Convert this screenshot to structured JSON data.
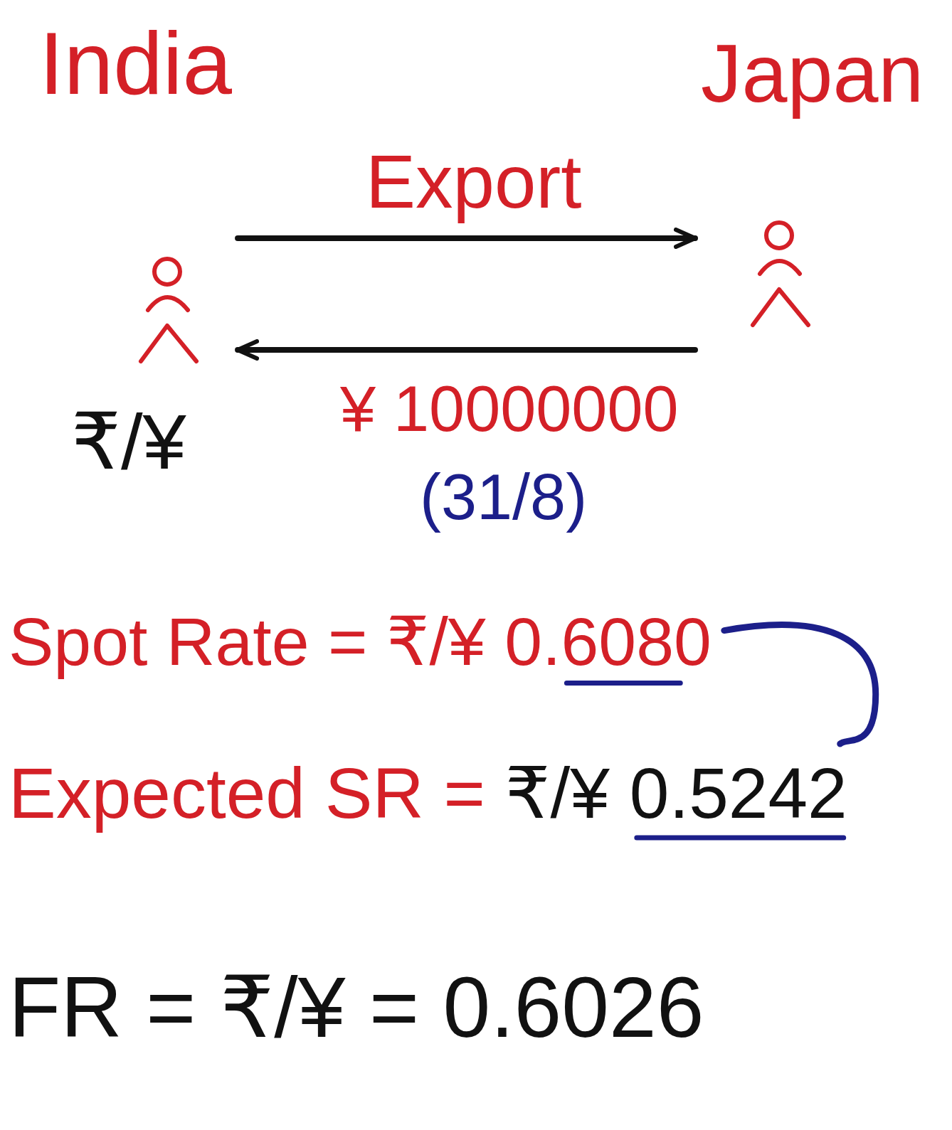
{
  "diagram": {
    "nodes": [
      {
        "text": [
          "India"
        ]
      },
      {
        "text": [
          "Japan"
        ]
      }
    ],
    "edges": [
      {
        "from": 0,
        "to": 1,
        "arrow": "to",
        "label": "Export"
      },
      {
        "from": 1,
        "to": 0,
        "arrow": "to",
        "label": "¥ 10000000"
      }
    ],
    "labels": [
      "₹/¥",
      "(31/8)",
      "Spot Rate =",
      "₹/¥",
      "0.6080",
      "Expected SR =",
      "₹/¥",
      "0.5242",
      "FR =",
      "₹/¥",
      "= 0.6026"
    ]
  }
}
